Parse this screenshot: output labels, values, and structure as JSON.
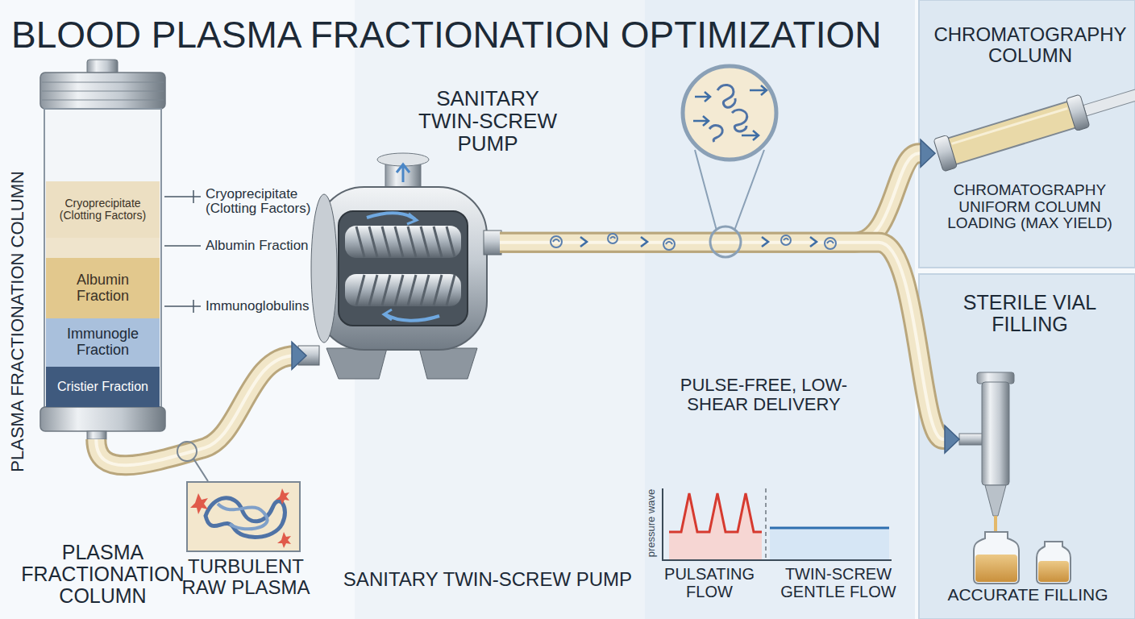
{
  "diagram": {
    "title": "BLOOD PLASMA FRACTIONATION OPTIMIZATION",
    "nodes": [
      {
        "text": [
          "PLASMA FRACTIONATION COLUMN"
        ]
      },
      {
        "text": [
          "Cryoprecipitate (Clotting Factors)"
        ],
        "in": 0
      },
      {
        "text": [
          "Albumin Fraction"
        ],
        "in": 0
      },
      {
        "text": [
          "Immunogle Fraction"
        ],
        "in": 0
      },
      {
        "text": [
          "Cristier Fraction"
        ],
        "in": 0
      },
      {
        "text": [
          "SANITARY TWIN-SCREW PUMP"
        ]
      },
      {
        "text": [
          "CHROMATOGRAPHY COLUMN"
        ]
      },
      {
        "text": [
          "STERILE VIAL FILLING",
          "ACCURATE FILLING"
        ]
      }
    ],
    "edges": [
      {
        "from": 0,
        "to": 5,
        "arrow": "to"
      },
      {
        "from": 5,
        "to": 6,
        "arrow": "to"
      },
      {
        "from": 5,
        "to": 7,
        "arrow": "to"
      }
    ],
    "labels": [
      "PLASMA FRACTIONATION COLUMN",
      "Cryoprecipitate (Clotting Factors)",
      "Albumin Fraction",
      "Immunoglobulins",
      "TURBULENT RAW PLASMA",
      "SANITARY TWIN-SCREW PUMP",
      "PULSE-FREE, LOW-SHEAR DELIVERY",
      "pressure wave",
      "PULSATING FLOW",
      "TWIN-SCREW GENTLE FLOW",
      "CHROMATOGRAPHY UNIFORM COLUMN LOADING (MAX YIELD)"
    ]
  }
}
